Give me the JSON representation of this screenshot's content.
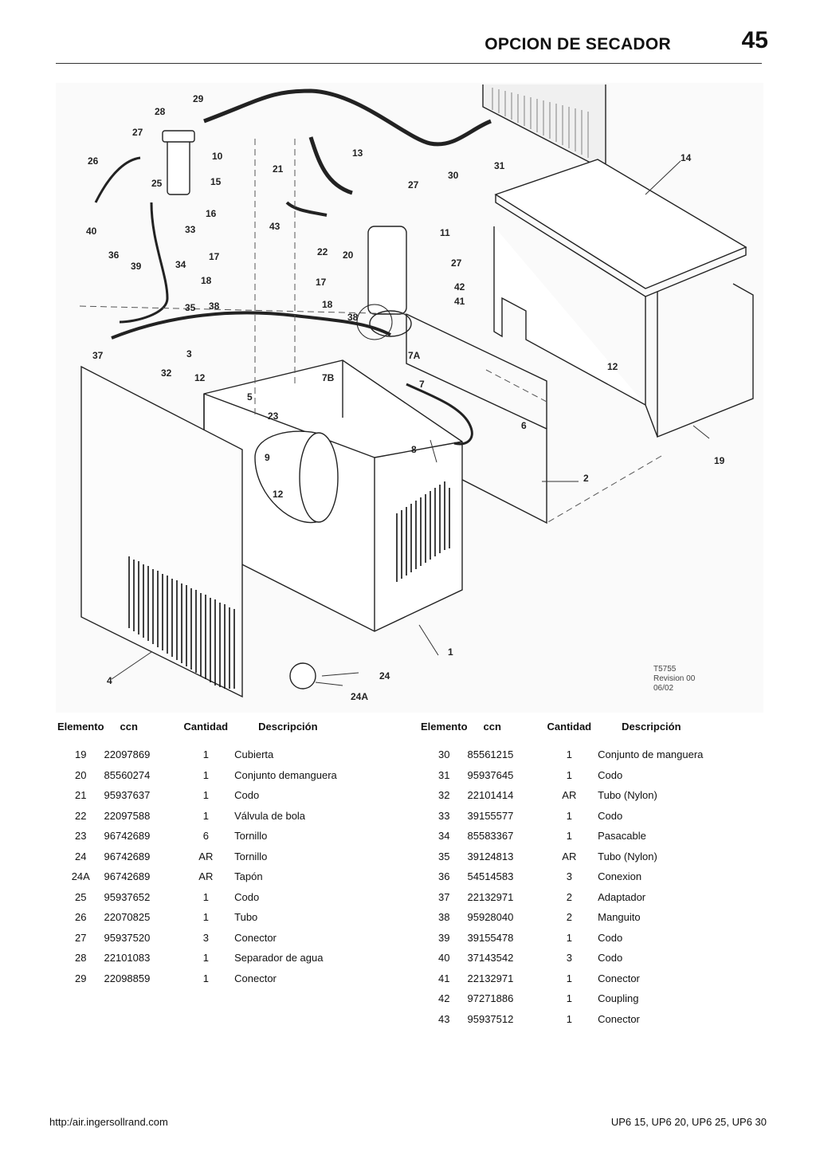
{
  "header": {
    "title": "OPCION DE SECADOR",
    "page_number": "45"
  },
  "diagram": {
    "callouts": [
      "29",
      "28",
      "27",
      "26",
      "25",
      "10",
      "15",
      "16",
      "21",
      "43",
      "13",
      "27",
      "30",
      "31",
      "14",
      "40",
      "36",
      "39",
      "34",
      "33",
      "17",
      "22",
      "20",
      "11",
      "27",
      "42",
      "41",
      "18",
      "17",
      "38",
      "35",
      "37",
      "32",
      "3",
      "12",
      "5",
      "7B",
      "18",
      "38",
      "7A",
      "7",
      "12",
      "23",
      "9",
      "8",
      "6",
      "12",
      "19",
      "2",
      "1",
      "4",
      "24",
      "24A"
    ],
    "revision_note": [
      "T5755",
      "Revision 00",
      "06/02"
    ]
  },
  "table_headers": {
    "element": "Elemento",
    "ccn": "ccn",
    "quantity": "Cantidad",
    "description": "Descripción"
  },
  "parts_left": [
    {
      "element": "19",
      "ccn": "22097869",
      "qty": "1",
      "desc": "Cubierta"
    },
    {
      "element": "20",
      "ccn": "85560274",
      "qty": "1",
      "desc": "Conjunto demanguera"
    },
    {
      "element": "21",
      "ccn": "95937637",
      "qty": "1",
      "desc": "Codo"
    },
    {
      "element": "22",
      "ccn": "22097588",
      "qty": "1",
      "desc": "Válvula de bola"
    },
    {
      "element": "23",
      "ccn": "96742689",
      "qty": "6",
      "desc": "Tornillo"
    },
    {
      "element": "24",
      "ccn": "96742689",
      "qty": "AR",
      "desc": "Tornillo"
    },
    {
      "element": "24A",
      "ccn": "96742689",
      "qty": "AR",
      "desc": "Tapón"
    },
    {
      "element": "25",
      "ccn": "95937652",
      "qty": "1",
      "desc": "Codo"
    },
    {
      "element": "26",
      "ccn": "22070825",
      "qty": "1",
      "desc": "Tubo"
    },
    {
      "element": "27",
      "ccn": "95937520",
      "qty": "3",
      "desc": "Conector"
    },
    {
      "element": "28",
      "ccn": "22101083",
      "qty": "1",
      "desc": "Separador de agua"
    },
    {
      "element": "29",
      "ccn": "22098859",
      "qty": "1",
      "desc": "Conector"
    }
  ],
  "parts_right": [
    {
      "element": "30",
      "ccn": "85561215",
      "qty": "1",
      "desc": "Conjunto de manguera"
    },
    {
      "element": "31",
      "ccn": "95937645",
      "qty": "1",
      "desc": "Codo"
    },
    {
      "element": "32",
      "ccn": "22101414",
      "qty": "AR",
      "desc": "Tubo (Nylon)"
    },
    {
      "element": "33",
      "ccn": "39155577",
      "qty": "1",
      "desc": "Codo"
    },
    {
      "element": "34",
      "ccn": "85583367",
      "qty": "1",
      "desc": "Pasacable"
    },
    {
      "element": "35",
      "ccn": "39124813",
      "qty": "AR",
      "desc": "Tubo (Nylon)"
    },
    {
      "element": "36",
      "ccn": "54514583",
      "qty": "3",
      "desc": "Conexion"
    },
    {
      "element": "37",
      "ccn": "22132971",
      "qty": "2",
      "desc": "Adaptador"
    },
    {
      "element": "38",
      "ccn": "95928040",
      "qty": "2",
      "desc": "Manguito"
    },
    {
      "element": "39",
      "ccn": "39155478",
      "qty": "1",
      "desc": "Codo"
    },
    {
      "element": "40",
      "ccn": "37143542",
      "qty": "3",
      "desc": "Codo"
    },
    {
      "element": "41",
      "ccn": "22132971",
      "qty": "1",
      "desc": "Conector"
    },
    {
      "element": "42",
      "ccn": "97271886",
      "qty": "1",
      "desc": "Coupling"
    },
    {
      "element": "43",
      "ccn": "95937512",
      "qty": "1",
      "desc": "Conector"
    }
  ],
  "footer": {
    "url": "http:/air.ingersollrand.com",
    "models": "UP6 15, UP6 20, UP6 25, UP6 30"
  }
}
